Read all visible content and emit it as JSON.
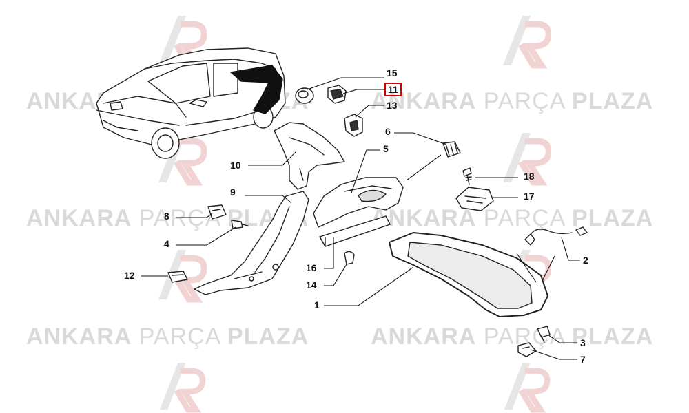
{
  "watermark": {
    "word_bold_1": "ANKARA",
    "word_light": "PARÇA",
    "word_bold_2": "PLAZA",
    "logo_name": "ap-logo-icon"
  },
  "callouts": {
    "c1": "1",
    "c2": "2",
    "c3": "3",
    "c4": "4",
    "c5": "5",
    "c6": "6",
    "c7": "7",
    "c8": "8",
    "c9": "9",
    "c10": "10",
    "c11": "11",
    "c12": "12",
    "c13": "13",
    "c14": "14",
    "c15": "15",
    "c16": "16",
    "c17": "17",
    "c18": "18"
  },
  "highlight": {
    "part": "11",
    "color": "#d00000"
  }
}
